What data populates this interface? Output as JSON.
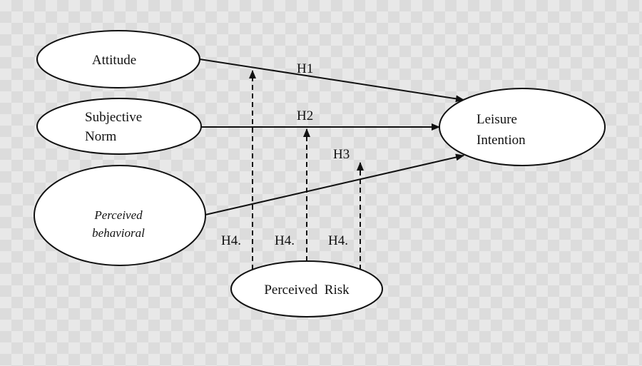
{
  "nodes": {
    "attitude": {
      "lines": [
        "Attitude"
      ]
    },
    "subjective_norm": {
      "lines": [
        "Subjective",
        "Norm"
      ]
    },
    "perceived_behavioral": {
      "lines": [
        "Perceived",
        "behavioral"
      ]
    },
    "leisure_intention": {
      "lines": [
        "Leisure",
        "Intention"
      ]
    },
    "perceived_risk": {
      "lines": [
        "Perceived  Risk"
      ]
    }
  },
  "hypotheses": {
    "h1": "H1",
    "h2": "H2",
    "h3": "H3",
    "h4_a": "H4.",
    "h4_b": "H4.",
    "h4_c": "H4."
  }
}
